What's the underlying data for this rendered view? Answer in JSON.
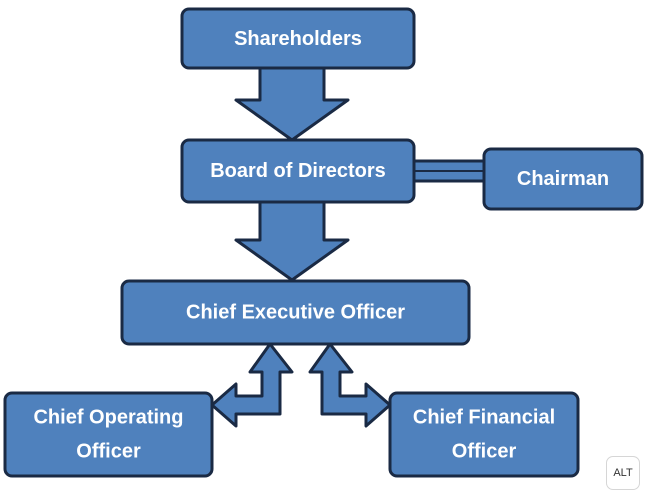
{
  "colors": {
    "box_fill": "#4f81bd",
    "box_border": "#1a2a44",
    "text": "#ffffff"
  },
  "nodes": {
    "shareholders": {
      "lines": [
        "Shareholders"
      ]
    },
    "board": {
      "lines": [
        "Board of Directors"
      ]
    },
    "chairman": {
      "lines": [
        "Chairman"
      ]
    },
    "ceo": {
      "lines": [
        "Chief Executive Officer"
      ]
    },
    "coo": {
      "lines": [
        "Chief Operating",
        "Officer"
      ]
    },
    "cfo": {
      "lines": [
        "Chief Financial",
        "Officer"
      ]
    }
  },
  "badge": {
    "label": "ALT"
  }
}
